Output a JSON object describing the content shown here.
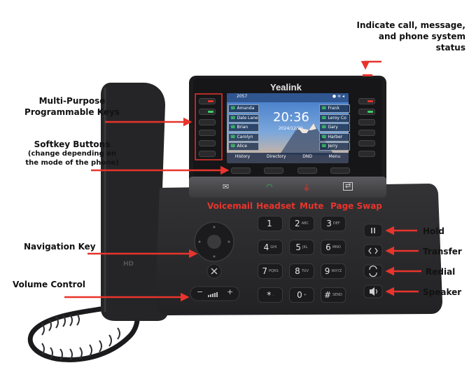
{
  "brand": "Yealink",
  "screen": {
    "account": "2057",
    "time": "20:36",
    "date": "2024/12/20",
    "left_contacts": [
      "Amanda",
      "Dale Lane",
      "Brian",
      "Carolyn",
      "Alice"
    ],
    "right_contacts": [
      "Frank",
      "Leroy Co",
      "Gary",
      "Harber",
      "Jerry"
    ],
    "softkeys": [
      "History",
      "Directory",
      "DND",
      "Menu"
    ]
  },
  "handset_logo": "HD",
  "keypad": [
    {
      "digit": "1",
      "letters": ""
    },
    {
      "digit": "2",
      "letters": "ABC"
    },
    {
      "digit": "3",
      "letters": "DEF"
    },
    {
      "digit": "4",
      "letters": "GHI"
    },
    {
      "digit": "5",
      "letters": "JKL"
    },
    {
      "digit": "6",
      "letters": "MNO"
    },
    {
      "digit": "7",
      "letters": "PQRS"
    },
    {
      "digit": "8",
      "letters": "TUV"
    },
    {
      "digit": "9",
      "letters": "WXYZ"
    },
    {
      "digit": "*",
      "letters": "."
    },
    {
      "digit": "0",
      "letters": "+"
    },
    {
      "digit": "#",
      "letters": "SEND"
    }
  ],
  "volume": {
    "minus": "−",
    "plus": "+"
  },
  "annotations": {
    "status": "Indicate call, message,\nand phone system status",
    "mpkeys": "Multi-Purpose\nProgrammable Keys",
    "softkeys_title": "Softkey Buttons",
    "softkeys_sub": "(change depending on\nthe mode of the phone)",
    "navigation": "Navigation Key",
    "volume": "Volume Control",
    "hold": "Hold",
    "transfer": "Transfer",
    "redial": "Redial",
    "speaker": "Speaker",
    "voicemail": "Voicemail",
    "headset": "Headset",
    "mute": "Mute",
    "pageswap": "Page Swap"
  },
  "colors": {
    "accent_red": "#e8342c",
    "body": "#2b2b2d",
    "key": "#1d1d1f"
  }
}
